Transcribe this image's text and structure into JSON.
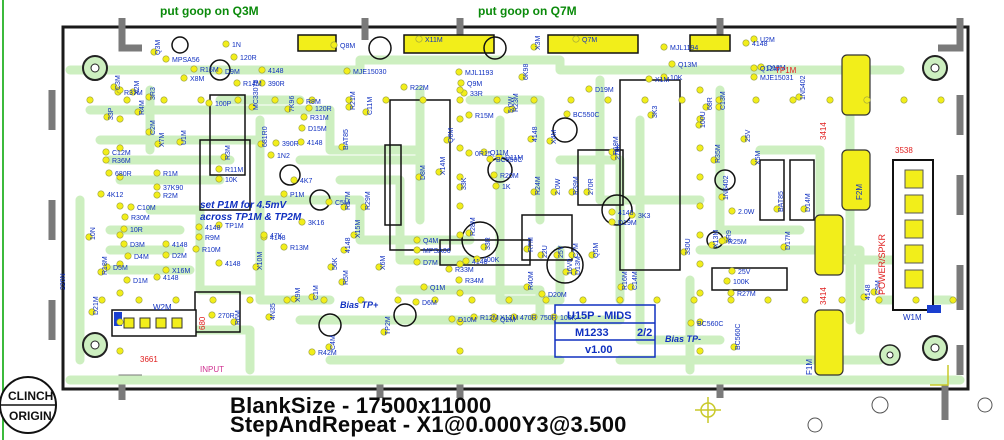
{
  "notes": {
    "goop_q3m": "put goop on Q3M",
    "goop_q7m": "put goop on Q7M",
    "bias_plus": "Bias TP+",
    "bias_minus": "Bias TP-",
    "set_line1": "set P1M for 4.5mV",
    "set_line2": "across TP1M & TP2M"
  },
  "title_block": {
    "model": "U15P - MIDS",
    "part": "M1233",
    "sheet": "2/2",
    "version": "v1.00"
  },
  "footer": {
    "blank_size": "BlankSize - 17500x11000",
    "step_repeat": "StepAndRepeat - X1@0.000Y3@3.500",
    "clinch": "CLINCH",
    "origin": "ORIGIN"
  },
  "connectors": {
    "input": "INPUT",
    "input_id": "3661",
    "w2m": "W2M",
    "w1m": "W1M",
    "power": "POWER/SPKR",
    "power_id": "3538",
    "f2m": "F2M",
    "f1m": "F1M",
    "fuse_id": "3414"
  },
  "colors": {
    "trace": "#ccf0c0",
    "pad": "#f2ee1a",
    "board_edge": "#1a1a1a",
    "label_blue": "#1030c0",
    "label_red": "#e02020",
    "mounting": "#777777"
  },
  "labels_blue": [
    "1N",
    "120R",
    "MPSA56",
    "Q3M",
    "R15M",
    "D9M",
    "X8M",
    "4148",
    "390R",
    "R14M",
    "Q8M",
    "MJE15030",
    "X11M",
    "R21M",
    "MJL1193",
    "Q9M",
    "33R",
    "R22M",
    "R23M",
    "6K98",
    "X3M",
    "Q7M",
    "MJL1194",
    "Q13M",
    "10K",
    "X1M",
    "D19M",
    "4148",
    "Q12M",
    "MJE15031",
    "68R",
    "R37M",
    "X2M",
    "R4M",
    "3R3",
    "33P",
    "C3M",
    "C2M",
    "100P",
    "R3M",
    "X7M",
    "U1M",
    "MC33078",
    "681R0",
    "7K96",
    "R8M",
    "120R",
    "R31M",
    "D15M",
    "4148",
    "390R",
    "1N2",
    "BAT85",
    "C11M",
    "D8M",
    "X14M",
    "R15M",
    "0R15",
    "5.0W",
    "Q6M",
    "BC550C",
    "X4M",
    "4148",
    "Q11M",
    "BC550C",
    "D11M",
    "R20M",
    "1K",
    "33K",
    "270K",
    "R19M",
    "R24M",
    "2.0W",
    "R39M",
    "270R",
    "3K3",
    "3K3",
    "4148",
    "D19M",
    "C13M",
    "100U",
    "25V",
    "X5M",
    "BAT85",
    "D14M",
    "R35M",
    "1N5402",
    "1N5402",
    "D18M",
    "C12M",
    "R36M",
    "680R",
    "R1M",
    "4K12",
    "37K90",
    "R2M",
    "C10M",
    "R30M",
    "10R",
    "10N",
    "4148",
    "D2M",
    "X16M",
    "D1M",
    "D3M",
    "D4M",
    "D5M",
    "4148",
    "4148",
    "4148",
    "4148",
    "R9M",
    "R10M",
    "R11M",
    "10K",
    "56K",
    "4K7",
    "P1M",
    "R17M",
    "R29M",
    "C5M",
    "X15M",
    "3K16",
    "47K",
    "R13M",
    "Q4M",
    "MPSA06",
    "D7M",
    "4148",
    "R28M",
    "33R",
    "100K",
    "R7M",
    "22U",
    "25V",
    "C7M",
    "Q5M",
    "R33M",
    "R34M",
    "R40M",
    "D20M",
    "16V0",
    "D13M",
    "R16M",
    "C14M",
    "330U",
    "25V",
    "100K",
    "R27M",
    "X13M",
    "3R9",
    "2.0W",
    "R25M",
    "D17M",
    "4148",
    "C9M",
    "220N",
    "D21M",
    "X10M",
    "X9M",
    "C1M",
    "R42M",
    "R5M",
    "4148",
    "D6M",
    "Q1M",
    "C4M",
    "TP2M",
    "Q2M",
    "D10M",
    "BC560C",
    "BC560C",
    "R6M",
    "270R",
    "X6M",
    "TP1M",
    "U2M",
    "4N35",
    "R18M",
    "R12M",
    "X12M",
    "470R",
    "750R",
    "100K"
  ]
}
